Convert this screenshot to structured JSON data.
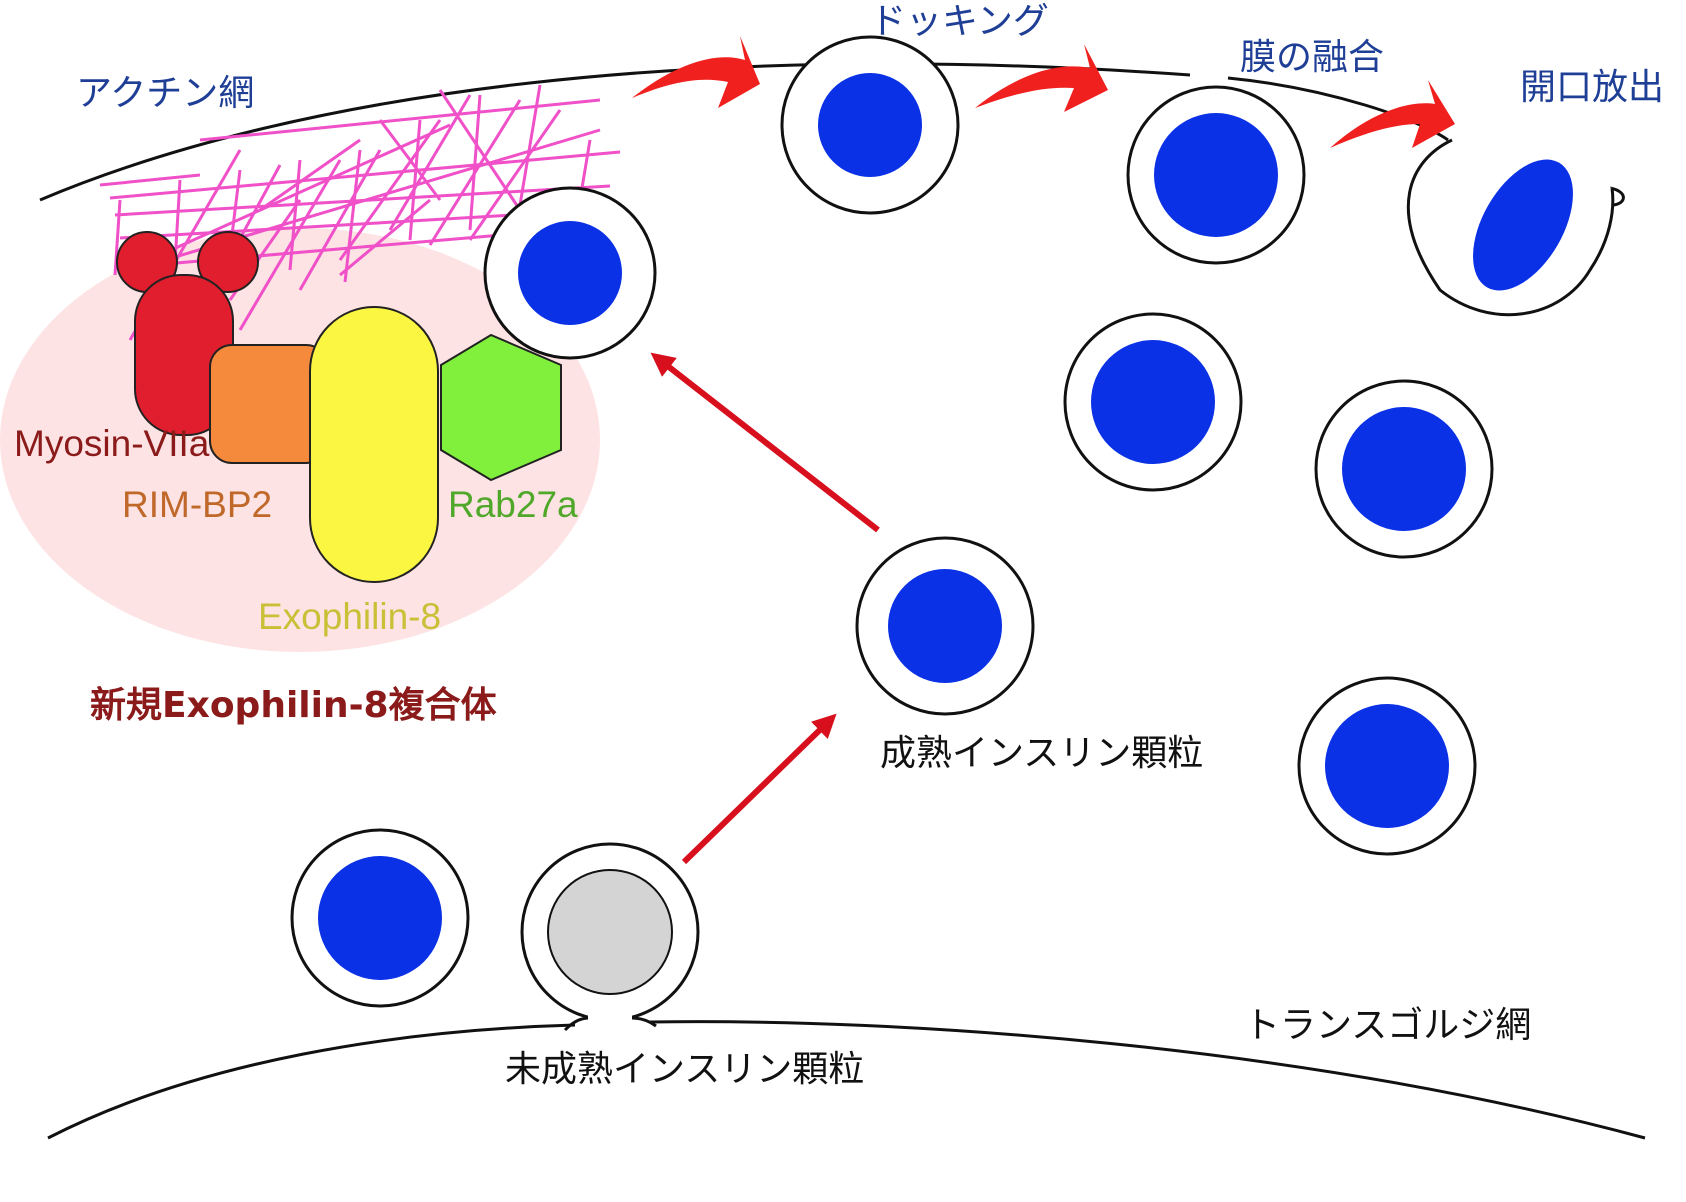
{
  "labels": {
    "actin_network": "アクチン網",
    "docking": "ドッキング",
    "membrane_fusion": "膜の融合",
    "exocytosis": "開口放出",
    "myosin": "Myosin-VIIa",
    "rimbp2": "RIM-BP2",
    "rab27a": "Rab27a",
    "exophilin": "Exophilin-8",
    "complex": "新規Exophilin-8複合体",
    "mature_granule": "成熟インスリン顆粒",
    "immature_granule": "未成熟インスリン顆粒",
    "trans_golgi": "トランスゴルジ網"
  },
  "colors": {
    "granule_core": "#0a31e6",
    "immature_core": "#d4d4d4",
    "myosin": "#e01e2e",
    "rimbp2": "#f58a3c",
    "exophilin": "#fbf641",
    "rab27a": "#80f03c",
    "actin": "#f050c8",
    "complex_halo": "#fde3e3",
    "flow_arrow": "#f0201e",
    "path_arrow": "#d8101e",
    "label_blue": "#1f3f97",
    "myosin_text": "#8b1a1a",
    "rimbp2_text": "#c0682a",
    "rab27a_text": "#4fa82a",
    "exophilin_text": "#c9c038"
  }
}
